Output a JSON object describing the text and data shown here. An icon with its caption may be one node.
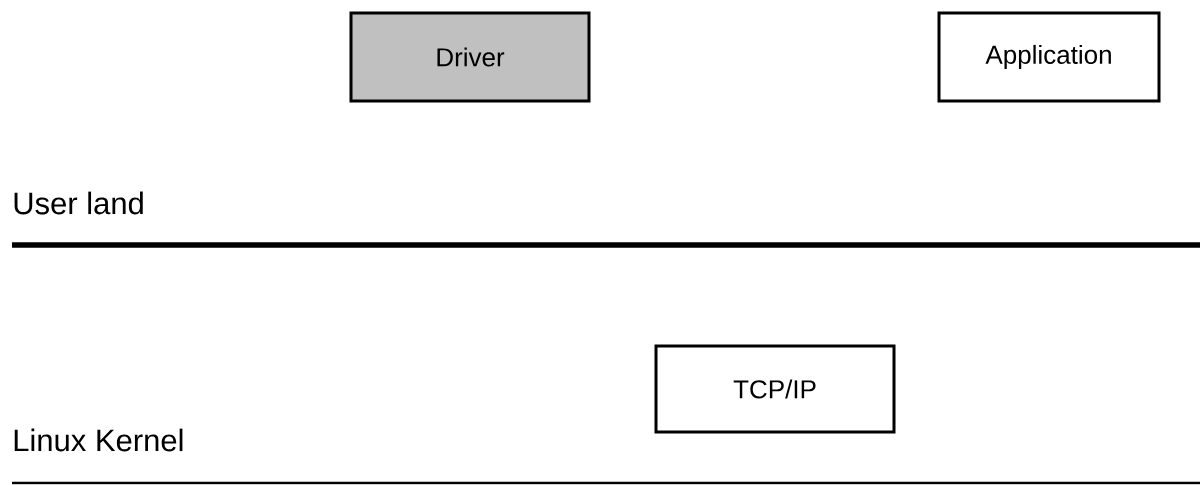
{
  "diagram": {
    "nodes": [
      {
        "text": [
          "Driver"
        ]
      },
      {
        "text": [
          "Application"
        ]
      },
      {
        "text": [
          "TCP/IP"
        ]
      }
    ],
    "labels": [
      "User land",
      "Linux Kernel"
    ]
  }
}
